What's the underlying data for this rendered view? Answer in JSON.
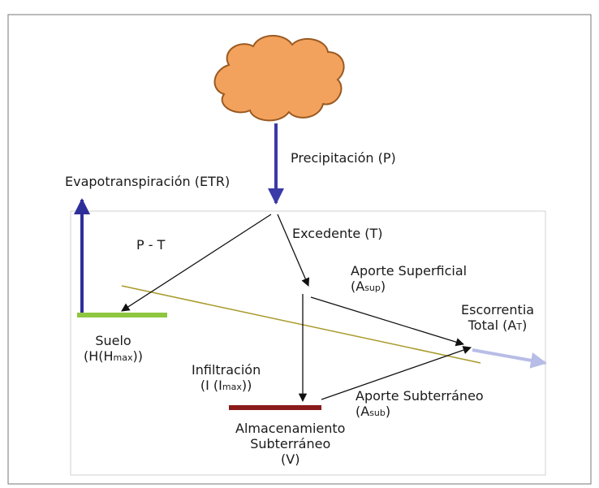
{
  "diagram": {
    "precipitation": "Precipitación (P)",
    "evapotranspiration": "Evapotranspiración (ETR)",
    "p_minus_t": "P - T",
    "excess": "Excedente (T)",
    "surface_contribution": {
      "text": "Aporte Superficial",
      "symbol": "A",
      "subscript": "sup"
    },
    "total_runoff": {
      "line1": "Escorrentia",
      "line2_prefix": "Total (A",
      "subscript": "T",
      "line2_suffix": ")"
    },
    "soil": {
      "title": "Suelo",
      "prefix": "(H(H",
      "subscript": "max",
      "suffix": "))"
    },
    "infiltration": {
      "title": "Infiltración",
      "prefix": "(I (I",
      "subscript": "max",
      "suffix": "))"
    },
    "groundwater_contribution": {
      "text": "Aporte Subterráneo",
      "symbol": "A",
      "subscript": "sub"
    },
    "groundwater_storage": {
      "line1": "Almacenamiento",
      "line2": "Subterráneo",
      "line3": "(V)"
    }
  },
  "colors": {
    "cloud_fill": "#f2a25c",
    "cloud_outline": "#9a5a22",
    "precipitation_arrow": "#3a3aa8",
    "evapotranspiration_arrow": "#2e2e9a",
    "soil_bar": "#8ec63f",
    "storage_bar": "#8b1a1a",
    "water_table_line": "#a89a2a",
    "outflow_arrow": "#b7bde6",
    "frame": "#d0d0d0"
  }
}
